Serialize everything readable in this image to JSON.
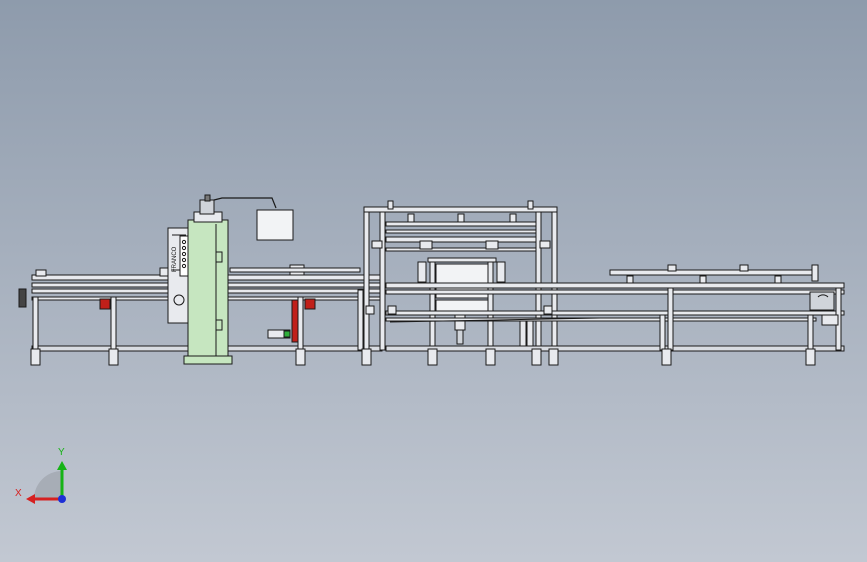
{
  "triad": {
    "x_label": "X",
    "y_label": "Y",
    "x_color": "#d62020",
    "y_color": "#16b316",
    "z_color": "#1d2fd6"
  },
  "panel_label": "FRANCO",
  "colors": {
    "background_top": "#8e9bac",
    "background_bottom": "#c2c8d2",
    "frame_fill": "#e8eaee",
    "frame_stroke": "#1a1a1a",
    "press_column": "#c6e6c0",
    "cylinder_red": "#c0201a",
    "sensor_green": "#2fae3a"
  }
}
